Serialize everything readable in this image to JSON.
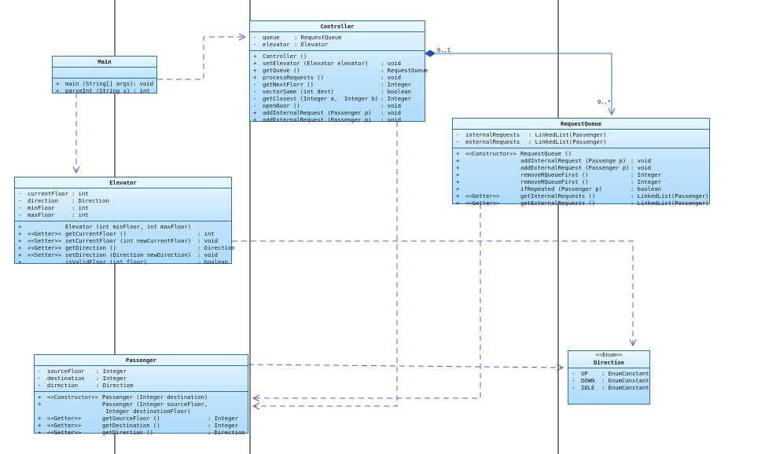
{
  "multiplicities": {
    "controller_end": "0..1",
    "queue_end": "0..*"
  },
  "classes": {
    "main": {
      "name": "Main",
      "ops": [
        {
          "vis": "+",
          "name": "main (String[] args)",
          "type": ": void"
        },
        {
          "vis": "+",
          "name": "parseInt (String s)",
          "type": ": int"
        }
      ]
    },
    "controller": {
      "name": "Controller",
      "attrs": [
        {
          "vis": "-",
          "name": "queue",
          "type": ": RequestQueue"
        },
        {
          "vis": "-",
          "name": "elevator",
          "type": ": Elevator"
        }
      ],
      "ops": [
        {
          "vis": "+",
          "name": "Controller ()",
          "type": ""
        },
        {
          "vis": "+",
          "name": "setElevator (Elevator elevator)",
          "type": ": void"
        },
        {
          "vis": "+",
          "name": "getQueue ()",
          "type": ": RequestQueue"
        },
        {
          "vis": "+",
          "name": "processRequests ()",
          "type": ": void"
        },
        {
          "vis": "-",
          "name": "getNextFlorr ()",
          "type": ": Integer"
        },
        {
          "vis": "-",
          "name": "vectorSame (int dest)",
          "type": ": boolean"
        },
        {
          "vis": "-",
          "name": "getClosest (Integer a,  Integer b)",
          "type": ": Integer"
        },
        {
          "vis": "-",
          "name": "openDoor ()",
          "type": ": void"
        },
        {
          "vis": "+",
          "name": "addInternalRequest (Passenger p)",
          "type": ": void"
        },
        {
          "vis": "+",
          "name": "addExternalRequest (Passenger p)",
          "type": ": void"
        }
      ]
    },
    "requestqueue": {
      "name": "RequestQueue",
      "attrs": [
        {
          "vis": "-",
          "name": "internalRequests",
          "type": ": LinkedList(Passenger)"
        },
        {
          "vis": "-",
          "name": "externalRequests",
          "type": ": LinkedList(Passenger)"
        }
      ],
      "ops": [
        {
          "vis": "+",
          "stereo": "<<Constructor>>",
          "name": "RequestQueue ()",
          "type": ""
        },
        {
          "vis": "+",
          "stereo": "",
          "name": "addInternalRequest (Passenge p)",
          "type": ": void"
        },
        {
          "vis": "+",
          "stereo": "",
          "name": "addExternalRequest (Passenger p)",
          "type": ": void"
        },
        {
          "vis": "+",
          "stereo": "",
          "name": "removeRQueueFirst ()",
          "type": ": Integer"
        },
        {
          "vis": "+",
          "stereo": "",
          "name": "removeRQueueFirst ()",
          "type": ": Integer"
        },
        {
          "vis": "+",
          "stereo": "",
          "name": "ifRepeated (Passenger p)",
          "type": ": boolean"
        },
        {
          "vis": "+",
          "stereo": "<<Getter>>",
          "name": "getInternalRequests ()",
          "type": ": LinkedList(Passenger)"
        },
        {
          "vis": "+",
          "stereo": "<<Getter>>",
          "name": "getExternalRequests ()",
          "type": ": LinkedList(Passenger)"
        }
      ]
    },
    "elevator": {
      "name": "Elevator",
      "attrs": [
        {
          "vis": "-",
          "name": "currentFloor",
          "type": ": int"
        },
        {
          "vis": "-",
          "name": "direction",
          "type": ": Direction"
        },
        {
          "vis": "-",
          "name": "minFloor",
          "type": ": int"
        },
        {
          "vis": "-",
          "name": "maxFloor",
          "type": ": int"
        }
      ],
      "ops": [
        {
          "vis": "+",
          "stereo": "",
          "name": "Elevator (int minFloor, int maxFloor)",
          "type": ""
        },
        {
          "vis": "+",
          "stereo": "<<Getter>>",
          "name": "getCurrentFloor ()",
          "type": ": int"
        },
        {
          "vis": "+",
          "stereo": "<<Setter>>",
          "name": "setCurrentFloor (int newCurrentFloor)",
          "type": ": void"
        },
        {
          "vis": "+",
          "stereo": "<<Getter>>",
          "name": "getDirection ()",
          "type": ": Direction"
        },
        {
          "vis": "+",
          "stereo": "<<Setter>>",
          "name": "setDirection (Direction newDirection)",
          "type": ": void"
        },
        {
          "vis": "+",
          "stereo": "",
          "name": "isValidFloor (int floor)",
          "type": ": boolean"
        }
      ]
    },
    "passenger": {
      "name": "Passenger",
      "attrs": [
        {
          "vis": "-",
          "name": "sourceFloor",
          "type": ": Integer"
        },
        {
          "vis": "-",
          "name": "destination",
          "type": ": Integer"
        },
        {
          "vis": "-",
          "name": "direction",
          "type": ": Direction"
        }
      ],
      "ops": [
        {
          "vis": "+",
          "stereo": "<<Constructor>>",
          "name": "Passenger (Integer destination)",
          "type": ""
        },
        {
          "vis": "+",
          "stereo": "",
          "name": "Passenger (Integer sourceFloor,\n Integer destinationFloor)",
          "type": ""
        },
        {
          "vis": "+",
          "stereo": "<<Getter>>",
          "name": "getSourceFloor ()",
          "type": ": Integer"
        },
        {
          "vis": "+",
          "stereo": "<<Getter>>",
          "name": "getDestination ()",
          "type": ": Integer"
        },
        {
          "vis": "+",
          "stereo": "<<Getter>>",
          "name": "getDirection ()",
          "type": ": Direction"
        }
      ]
    },
    "direction": {
      "stereotype": "<<Enum>>",
      "name": "Direction",
      "literals": [
        {
          "vis": "-",
          "name": "UP",
          "type": ": EnumConstant"
        },
        {
          "vis": "-",
          "name": "DOWN",
          "type": ": EnumConstant"
        },
        {
          "vis": "-",
          "name": "IDLE",
          "type": ": EnumConstant"
        }
      ]
    }
  }
}
